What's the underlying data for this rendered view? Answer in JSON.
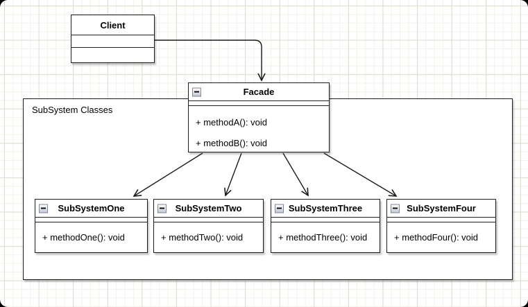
{
  "diagram": {
    "type": "uml-class-diagram",
    "container_label": "SubSystem Classes",
    "classes": {
      "client": {
        "name": "Client"
      },
      "facade": {
        "name": "Facade",
        "methods": [
          "+ methodA(): void",
          "+ methodB(): void"
        ]
      },
      "subsystems": [
        {
          "name": "SubSystemOne",
          "methods": [
            "+ methodOne(): void"
          ]
        },
        {
          "name": "SubSystemTwo",
          "methods": [
            "+ methodTwo(): void"
          ]
        },
        {
          "name": "SubSystemThree",
          "methods": [
            "+ methodThree(): void"
          ]
        },
        {
          "name": "SubSystemFour",
          "methods": [
            "+ methodFour(): void"
          ]
        }
      ]
    },
    "relationships": [
      {
        "from": "Client",
        "to": "Facade",
        "style": "open-arrow"
      },
      {
        "from": "Facade",
        "to": "SubSystemOne",
        "style": "open-arrow"
      },
      {
        "from": "Facade",
        "to": "SubSystemTwo",
        "style": "open-arrow"
      },
      {
        "from": "Facade",
        "to": "SubSystemThree",
        "style": "open-arrow"
      },
      {
        "from": "Facade",
        "to": "SubSystemFour",
        "style": "open-arrow"
      }
    ]
  },
  "icons": {
    "collapse": "collapse-minus-icon"
  },
  "colors": {
    "outside": "#000000",
    "canvas_bg": "#ffffff",
    "grid_minor": "#f3f2ea",
    "grid_major": "#dddcd1",
    "shape_border": "#1a1a1a",
    "shape_fill": "#ffffff",
    "text": "#000000"
  }
}
